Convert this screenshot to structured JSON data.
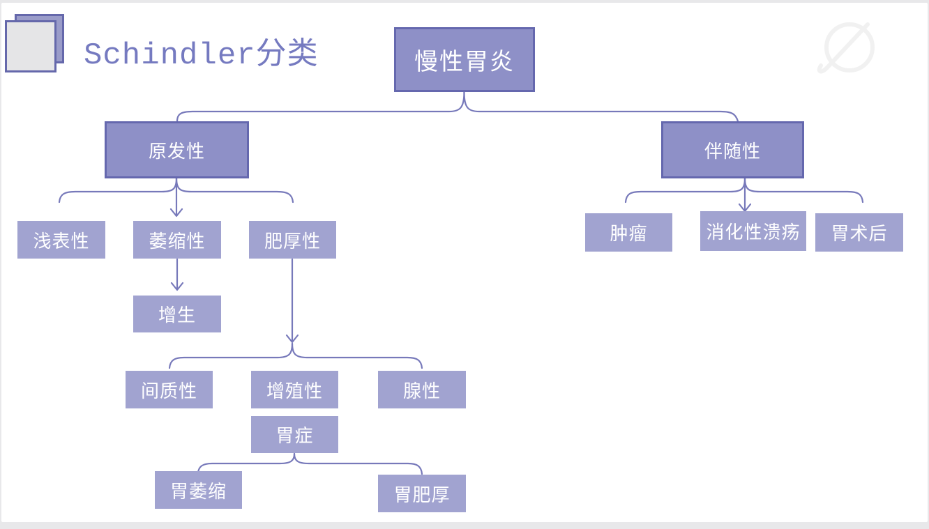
{
  "slide": {
    "title": "Schindler分类",
    "title_icon": "overlapping-squares-icon",
    "watermark_icon": "planet-circle-slash-icon"
  },
  "colors": {
    "canvas_edge": "#e8e8ea",
    "slide_background": "#ffffff",
    "box_fill_bordered": "#8e90c7",
    "box_border": "#6568ae",
    "box_fill_plain": "#a1a3d0",
    "connector_line": "#7779ba",
    "title_text": "#757ac0",
    "node_text": "#ffffff",
    "watermark": "#f1f1f1"
  },
  "tree": {
    "root": "慢性胃炎",
    "primary": "原发性",
    "accompanying": "伴随性",
    "superficial": "浅表性",
    "atrophic": "萎缩性",
    "hypertrophic": "肥厚性",
    "hyperplasia": "增生",
    "interstitial": "间质性",
    "proliferative": "增殖性",
    "glandular": "腺性",
    "gastropathy": "胃症",
    "gastric_atrophy": "胃萎缩",
    "gastric_hypertrophy": "胃肥厚",
    "tumor": "肿瘤",
    "peptic_ulcer": "消化性溃疡",
    "post_surgery": "胃术后"
  },
  "hierarchy": {
    "慢性胃炎": [
      "原发性",
      "伴随性"
    ],
    "原发性": [
      "浅表性",
      "萎缩性",
      "肥厚性"
    ],
    "萎缩性": [
      "增生"
    ],
    "肥厚性": [
      "间质性",
      "增殖性",
      "腺性"
    ],
    "增殖性": [
      "胃症"
    ],
    "胃症": [
      "胃萎缩",
      "胃肥厚"
    ],
    "伴随性": [
      "肿瘤",
      "消化性溃疡",
      "胃术后"
    ]
  }
}
